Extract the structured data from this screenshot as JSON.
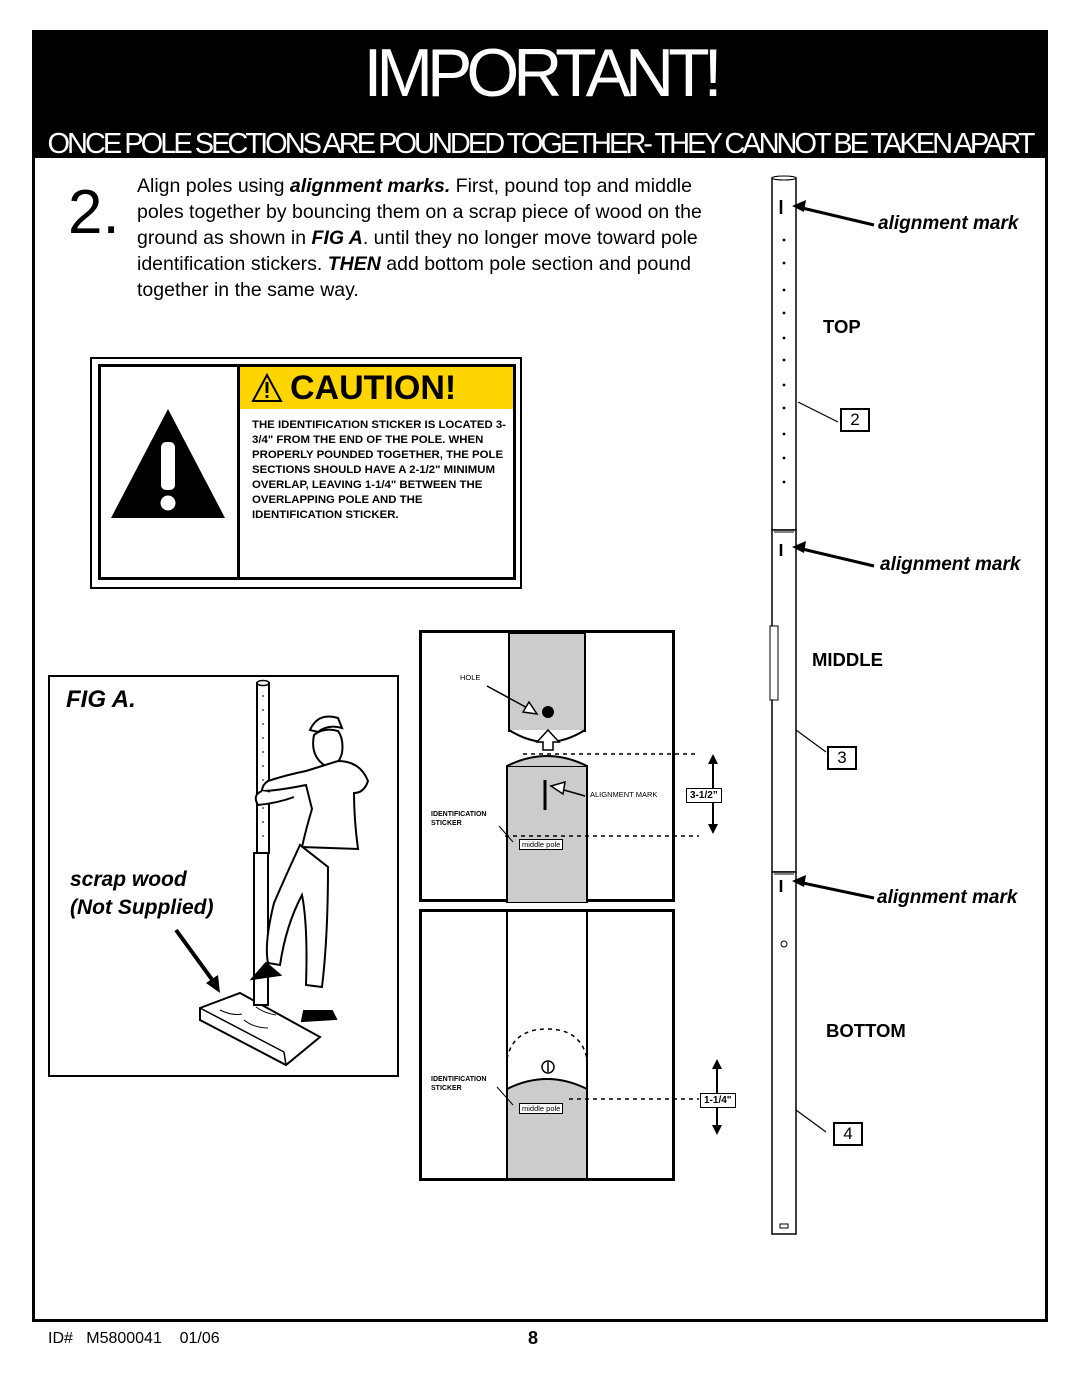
{
  "banner": {
    "title": "IMPORTANT!",
    "subtitle": "ONCE POLE SECTIONS ARE POUNDED TOGETHER- THEY CANNOT BE TAKEN APART"
  },
  "step": {
    "number": "2.",
    "text_1": "Align poles using ",
    "text_2": "alignment marks.",
    "text_3": " First, pound  top and middle poles together by bouncing them on a scrap piece of wood on the ground as shown in ",
    "text_4": "FIG A",
    "text_5": ". until they no longer move toward pole identification stickers. ",
    "text_6": "THEN",
    "text_7": " add bottom pole section and pound together in the same way."
  },
  "caution": {
    "title": "CAUTION!",
    "text": "THE IDENTIFICATION STICKER IS LOCATED 3-3/4\" FROM THE END OF THE POLE. WHEN PROPERLY POUNDED TOGETHER, THE POLE SECTIONS SHOULD HAVE A 2-1/2\" MINIMUM OVERLAP, LEAVING 1-1/4\" BETWEEN THE OVERLAPPING POLE AND THE IDENTIFICATION STICKER.",
    "icon": "warning-triangle-icon",
    "colors": {
      "header": "#ffd500"
    }
  },
  "fig_a": {
    "label": "FIG A.",
    "scrap_1": "scrap wood",
    "scrap_2": "(Not Supplied)"
  },
  "detail": {
    "hole": "HOLE",
    "alignment_mark": "ALIGNMENT MARK",
    "id_sticker_1": "IDENTIFICATION",
    "id_sticker_2": "STICKER",
    "middle_pole": "middle pole",
    "measure_top": "3-1/2”",
    "measure_bottom": "1-1/4\""
  },
  "pole_diagram": {
    "alignment_mark": "alignment mark",
    "top": "TOP",
    "middle": "MIDDLE",
    "bottom": "BOTTOM",
    "numbers": [
      "2",
      "3",
      "4"
    ]
  },
  "footer": {
    "id": "ID#   M5800041    01/06",
    "page": "8"
  }
}
